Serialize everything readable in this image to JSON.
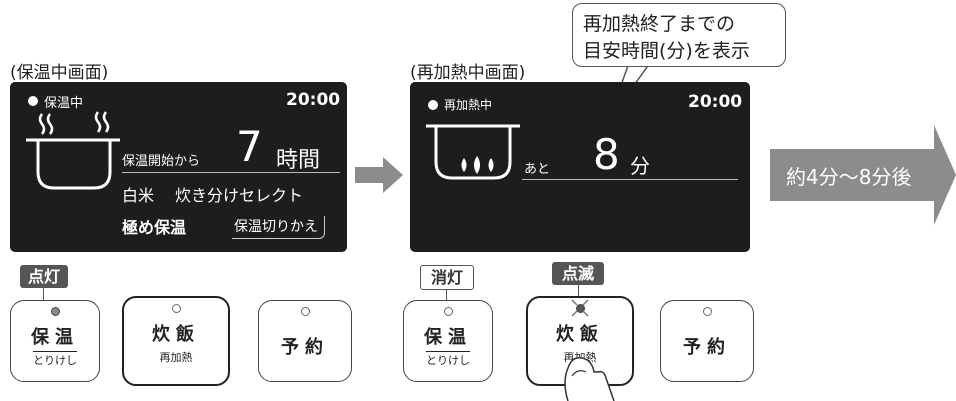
{
  "left_panel": {
    "caption": "(保温中画面)",
    "status": "保温中",
    "time": "20:00",
    "elapsed_prefix": "保温開始から",
    "elapsed_value": "7",
    "elapsed_unit": "時間",
    "rice_type": "白米",
    "cook_mode": "炊き分けセレクト",
    "keep_mode": "極め保温",
    "keep_switch": "保温切りかえ"
  },
  "right_panel": {
    "caption": "(再加熱中画面)",
    "status": "再加熱中",
    "time": "20:00",
    "remain_prefix": "あと",
    "remain_value": "8",
    "remain_unit": "分"
  },
  "callout": {
    "line1": "再加熱終了までの",
    "line2": "目安時間(分)を表示"
  },
  "result_arrow": {
    "label": "約4分～8分後"
  },
  "indicators": {
    "lit": "点灯",
    "off": "消灯",
    "blink": "点滅"
  },
  "left_buttons": [
    {
      "main": "保温",
      "sub": "とりけし"
    },
    {
      "main": "炊飯",
      "sub": "再加熱"
    },
    {
      "main": "予約",
      "sub": ""
    }
  ],
  "right_buttons": [
    {
      "main": "保温",
      "sub": "とりけし"
    },
    {
      "main": "炊飯",
      "sub": "再加熱"
    },
    {
      "main": "予約",
      "sub": ""
    }
  ],
  "colors": {
    "screen_bg": "#1d1d1d",
    "arrow_gray": "#8c8c8c",
    "tag_dark": "#555555"
  }
}
